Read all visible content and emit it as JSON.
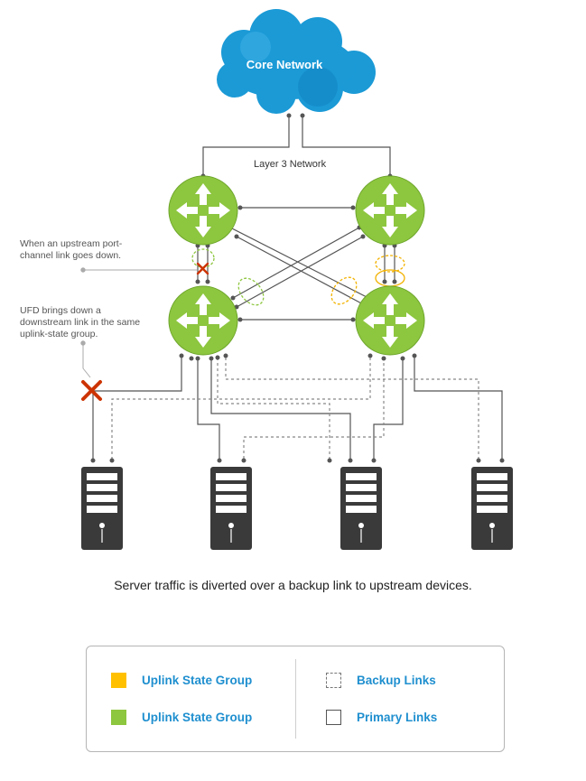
{
  "cloud": {
    "title": "Core Network"
  },
  "network": {
    "layer3_label": "Layer 3 Network"
  },
  "annotations": {
    "upstream_failure": "When an upstream port-channel link goes down.",
    "ufd": "UFD brings down a downstream link in the same uplink-state group."
  },
  "caption": "Server traffic is diverted over a backup link to upstream devices.",
  "legend": {
    "items": [
      {
        "label": "Uplink State Group",
        "color": "#ffc000",
        "icon": "yellow-square"
      },
      {
        "label": "Uplink State Group",
        "color": "#8dc63f",
        "icon": "green-square"
      },
      {
        "label": "Backup Links",
        "icon": "dashed-square"
      },
      {
        "label": "Primary Links",
        "icon": "solid-square"
      }
    ]
  },
  "colors": {
    "router": "#8dc63f",
    "cloud": "#1b9ad6",
    "failure": "#cc3300",
    "uplink_yellow": "#f2b200",
    "uplink_green": "#8dc63f",
    "server": "#3a3a3a",
    "link": "#555555",
    "legend_text": "#1f8fcf"
  }
}
